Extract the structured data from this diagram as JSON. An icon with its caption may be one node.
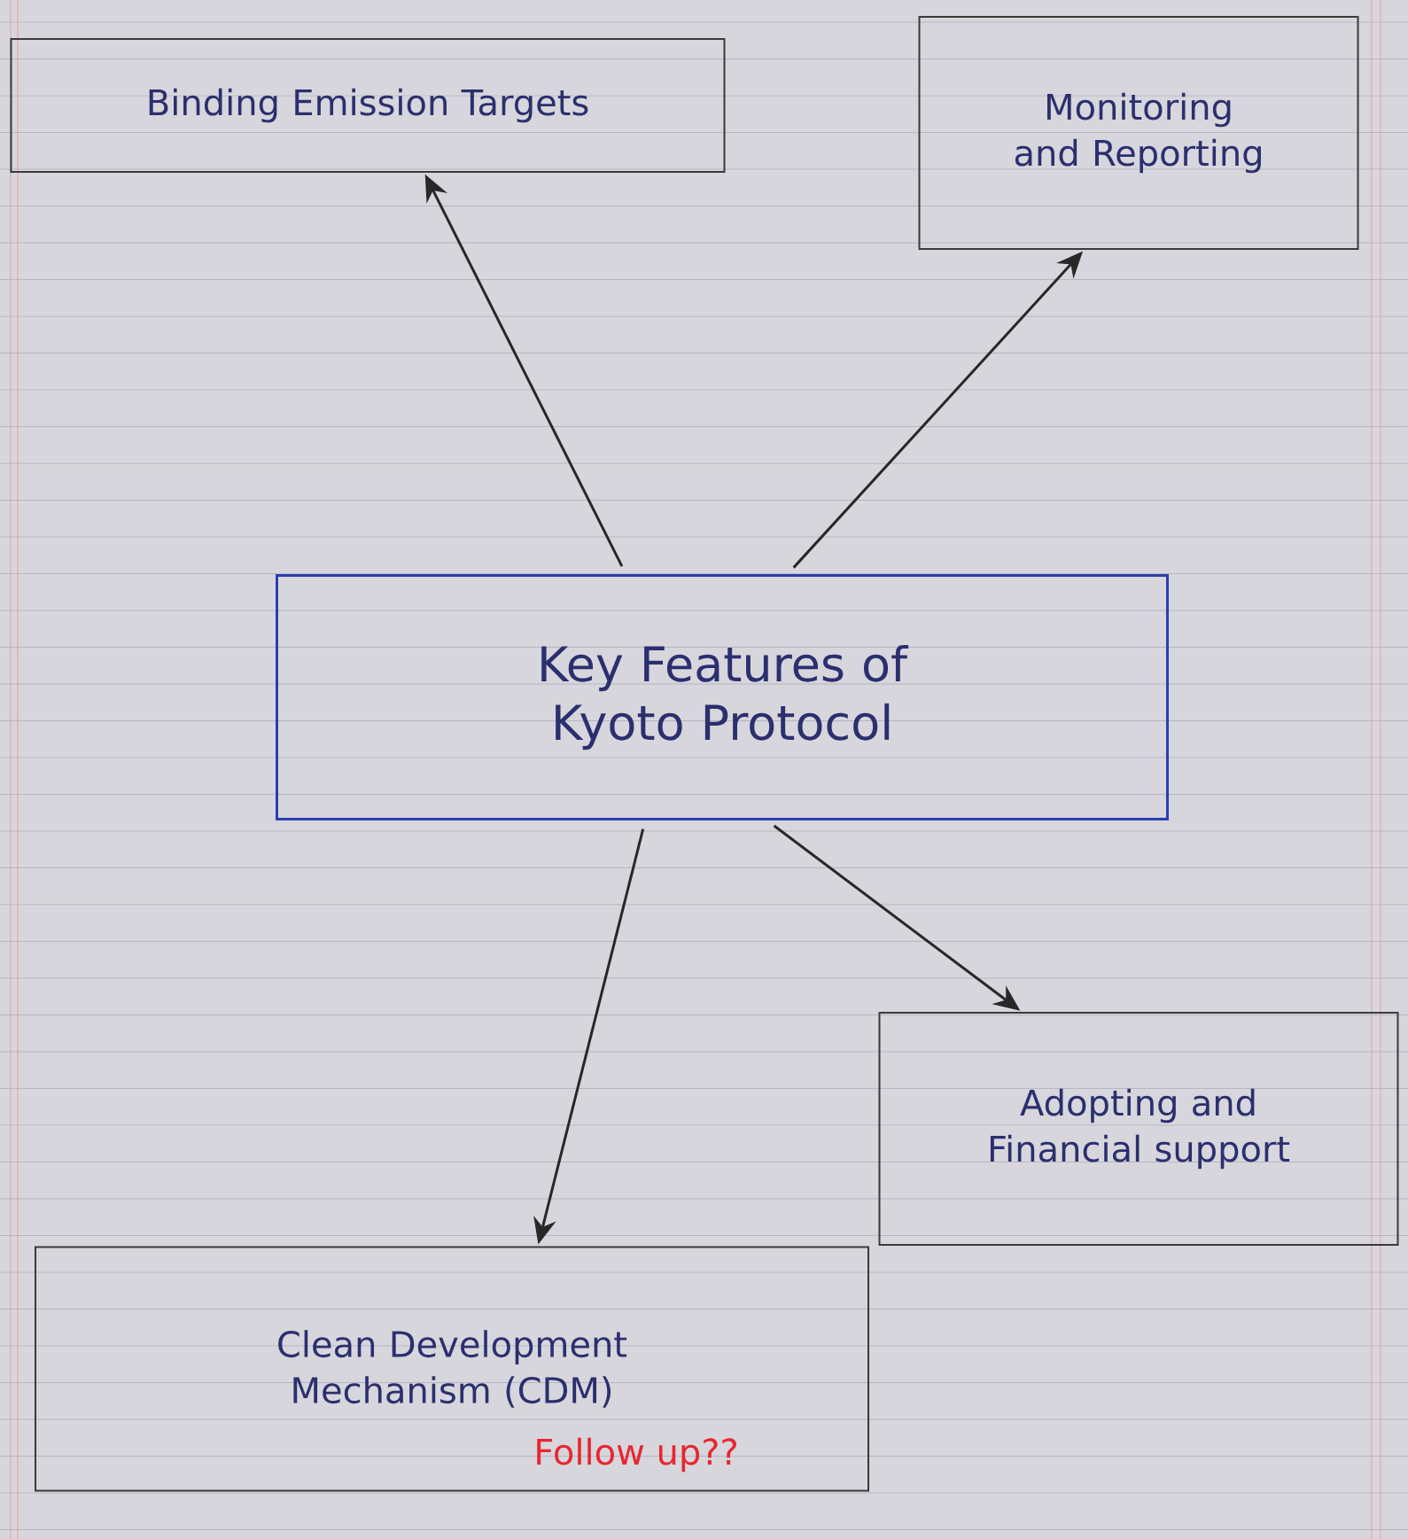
{
  "diagram": {
    "nodes": [
      {
        "text": [
          "Binding Emission Targets"
        ]
      },
      {
        "text": [
          "Monitoring and Reporting"
        ]
      },
      {
        "text": [
          "Key Features of Kyoto Protocol"
        ]
      },
      {
        "text": [
          "Adopting and Financial support"
        ]
      },
      {
        "text": [
          "Clean Development Mechanism (CDM)"
        ]
      }
    ],
    "edges": [
      {
        "from": 2,
        "to": 0,
        "arrow": "to"
      },
      {
        "from": 2,
        "to": 1,
        "arrow": "to"
      },
      {
        "from": 2,
        "to": 4,
        "arrow": "to"
      },
      {
        "from": 2,
        "to": 3,
        "arrow": "to"
      }
    ],
    "labels": [
      "Follow up??"
    ]
  }
}
